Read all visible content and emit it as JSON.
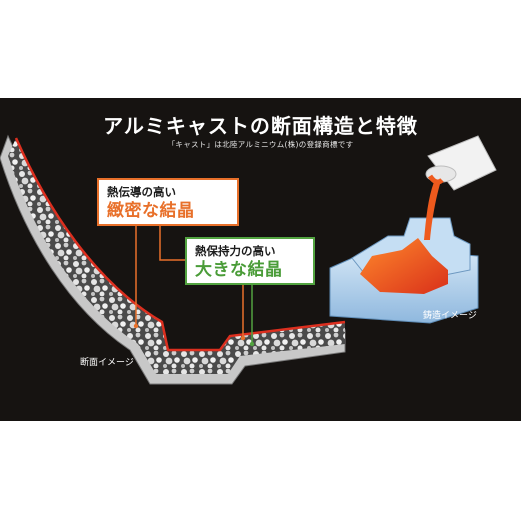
{
  "title": "アルミキャストの断面構造と特徴",
  "trademark_note": "「キャスト」は北陸アルミニウム(株)の登録商標です",
  "callout_fine": {
    "subtitle": "熱伝導の高い",
    "heading": "緻密な結晶",
    "color": "#e8702a"
  },
  "callout_large": {
    "subtitle": "熱保持力の高い",
    "heading": "大きな結晶",
    "color": "#52a340"
  },
  "cross_section_label": "断面イメージ",
  "casting_label": "鋳造イメージ",
  "colors": {
    "background": "#161311",
    "molten_metal": "#e0421b",
    "mold": "#b9d7ef",
    "crucible": "#f2f2f2"
  }
}
